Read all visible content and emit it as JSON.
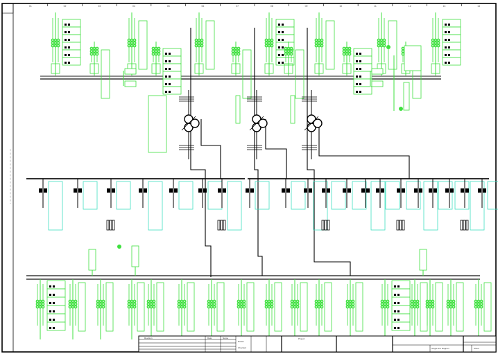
{
  "drawing": {
    "type": "single-line diagram",
    "colors": {
      "frame": "#000000",
      "busbar": "#111111",
      "busbar_gray": "#8a8a8a",
      "feeder_green": "#3ee03e",
      "cyan": "#3fe0c0",
      "tie": "#000000"
    },
    "columns": [
      "01",
      "02",
      "03",
      "04",
      "05",
      "06",
      "07",
      "08",
      "09",
      "10",
      "11",
      "12",
      "13",
      "14"
    ],
    "top_feeders": [
      {
        "col": 1,
        "kind": "transformer-bay"
      },
      {
        "col": 2,
        "kind": "meter-bay"
      },
      {
        "col": 4,
        "kind": "capacitor-bay"
      },
      {
        "col": 5,
        "kind": "incomer"
      },
      {
        "col": 6,
        "kind": "transformer-bay"
      },
      {
        "col": 7,
        "kind": "incomer"
      },
      {
        "col": 8,
        "kind": "transformer-bay"
      },
      {
        "col": 9,
        "kind": "incomer"
      },
      {
        "col": 10,
        "kind": "transformer-bay"
      },
      {
        "col": 12,
        "kind": "earthing"
      },
      {
        "col": 13,
        "kind": "transformer-bay"
      }
    ],
    "transformers": [
      {
        "id": "T1"
      },
      {
        "id": "T2"
      },
      {
        "id": "T3"
      }
    ],
    "middle_feeders_count": 20,
    "bottom_feeders_count": 17,
    "title_block": {
      "revision_header": "Revision",
      "date_label": "Date",
      "name_label": "Name",
      "drawn_label": "Drawn",
      "checked_label": "Checked",
      "project_label": "Project",
      "title_label": "Single-line diagram",
      "sheet_label": "Sheet"
    }
  }
}
